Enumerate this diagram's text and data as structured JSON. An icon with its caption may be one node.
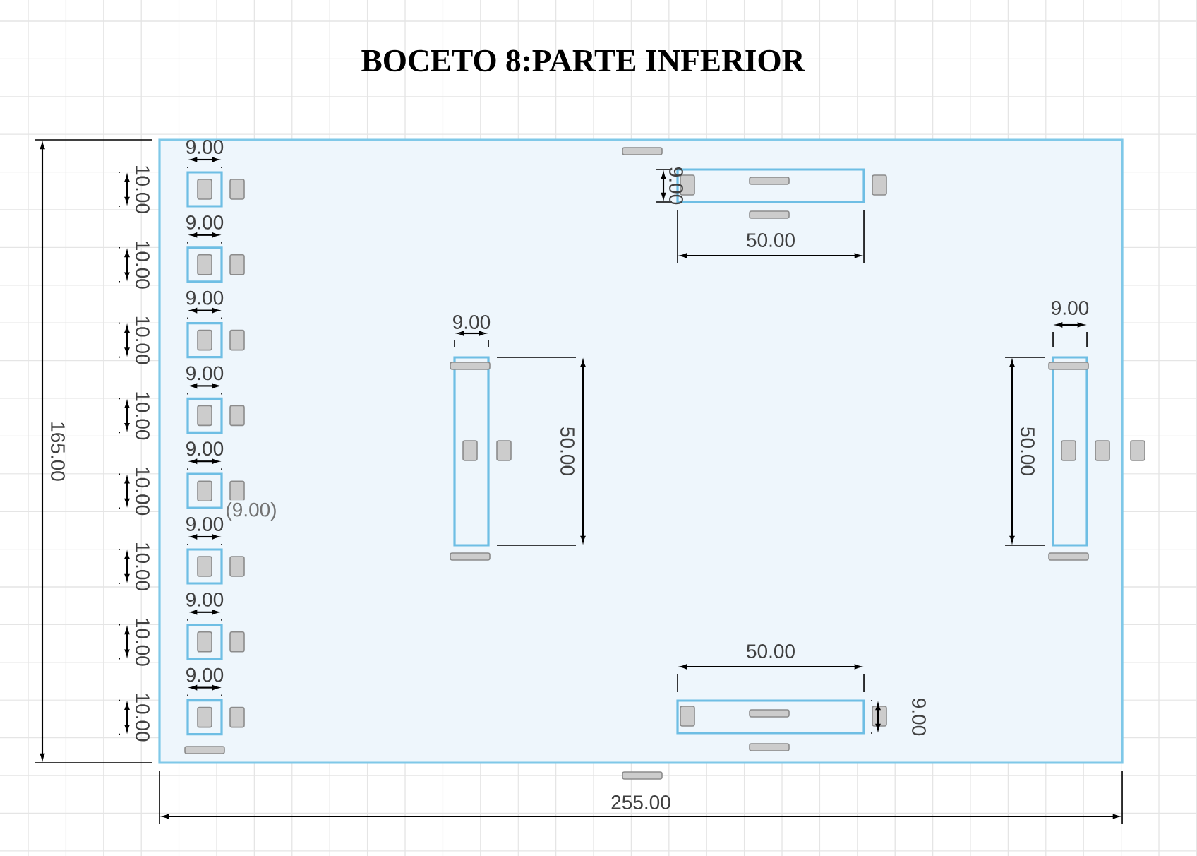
{
  "diagram": {
    "title": "BOCETO 8:PARTE INFERIOR",
    "labels": [
      "9.00",
      "10.00",
      "9.00",
      "10.00",
      "9.00",
      "10.00",
      "9.00",
      "10.00",
      "9.00",
      "10.00",
      "9.00",
      "10.00",
      "9.00",
      "10.00",
      "9.00",
      "10.00",
      "(9.00)",
      "9.00",
      "50.00",
      "9.00",
      "50.00",
      "9.00",
      "50.00",
      "50.00",
      "9.00",
      "165.00",
      "255.00"
    ]
  }
}
